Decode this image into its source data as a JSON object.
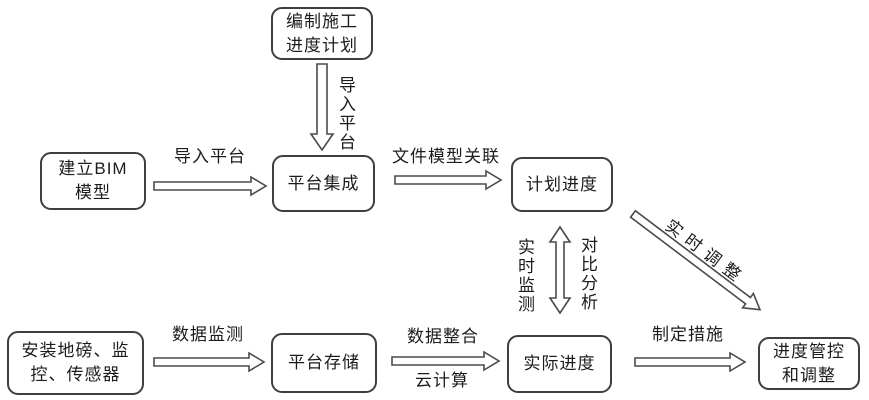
{
  "diagram": {
    "title_hint": "BIM construction progress management flowchart",
    "nodes": {
      "compile_plan": "编制施工\n进度计划",
      "bim_model": "建立BIM\n模型",
      "platform_integration": "平台集成",
      "planned_progress": "计划进度",
      "install_devices": "安装地磅、监\n控、传感器",
      "platform_storage": "平台存储",
      "actual_progress": "实际进度",
      "progress_control": "进度管控\n和调整"
    },
    "edge_labels": {
      "import_platform_vertical": "导入平台",
      "import_platform": "导入平台",
      "file_model_link": "文件模型关联",
      "realtime_monitoring": "实时监测",
      "comparative_analysis": "对比分析",
      "realtime_adjustment": "实时调整",
      "data_monitoring": "数据监测",
      "data_integration": "数据整合",
      "cloud_computing": "云计算",
      "formulate_measures": "制定措施"
    },
    "colors": {
      "line": "#4a4a4a",
      "border": "#3f3f3f",
      "text": "#1c1c1c",
      "background": "#ffffff"
    }
  }
}
